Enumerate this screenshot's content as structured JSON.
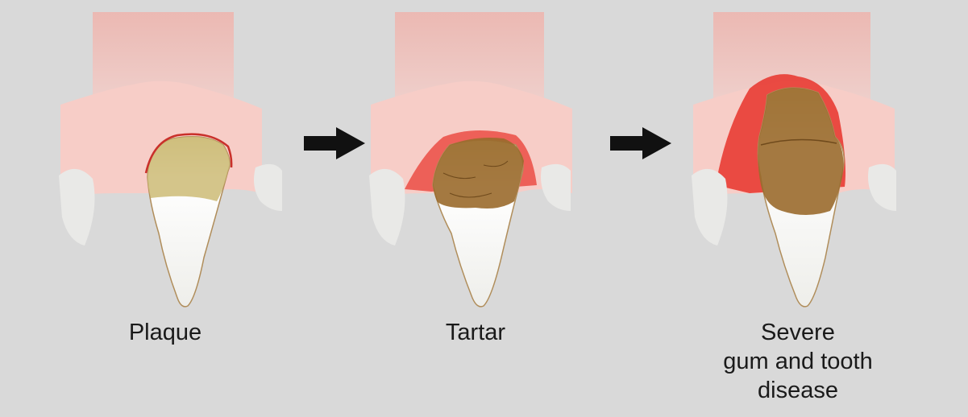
{
  "stages": [
    {
      "label": "Plaque"
    },
    {
      "label": "Tartar"
    },
    {
      "label_lines": [
        "Severe",
        "gum and tooth",
        "disease"
      ]
    }
  ],
  "colors": {
    "background": "#d9d9d9",
    "gum": "#f7c7c0",
    "inflamed_gum": "#e8322a",
    "plaque": "#cdbb75",
    "tartar": "#9a6a2c",
    "enamel": "#f8f8f6",
    "arrow": "#111111"
  }
}
